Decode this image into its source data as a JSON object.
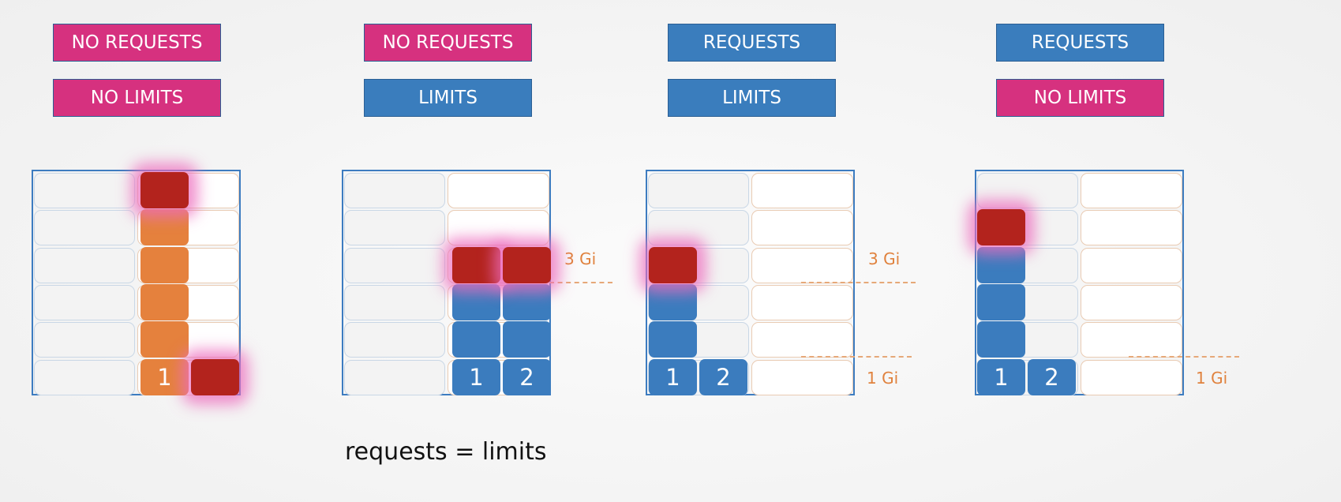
{
  "colors": {
    "pink": "#d6317f",
    "blue": "#3a7dbd",
    "orange": "#e5813d",
    "red": "#b3231d"
  },
  "panels": [
    {
      "requests_label": "NO REQUESTS",
      "requests_on": false,
      "limits_label": "NO LIMITS",
      "limits_on": false,
      "containers": [
        {
          "number": "1",
          "units": 5,
          "color": "orange",
          "exceeded": true
        },
        {
          "number": "",
          "units": 0,
          "color": "orange",
          "exceeded": true
        }
      ]
    },
    {
      "requests_label": "NO REQUESTS",
      "requests_on": false,
      "limits_label": "LIMITS",
      "limits_on": true,
      "containers": [
        {
          "number": "1",
          "units": 3,
          "color": "blue",
          "exceeded": true
        },
        {
          "number": "2",
          "units": 3,
          "color": "blue",
          "exceeded": true
        }
      ],
      "limit_label": "3 Gi"
    },
    {
      "requests_label": "REQUESTS",
      "requests_on": true,
      "limits_label": "LIMITS",
      "limits_on": true,
      "containers": [
        {
          "number": "1",
          "units": 3,
          "color": "blue",
          "exceeded": true
        },
        {
          "number": "2",
          "units": 1,
          "color": "blue",
          "exceeded": false
        }
      ],
      "limit_label": "3 Gi",
      "request_label": "1 Gi"
    },
    {
      "requests_label": "REQUESTS",
      "requests_on": true,
      "limits_label": "NO LIMITS",
      "limits_on": false,
      "containers": [
        {
          "number": "1",
          "units": 4,
          "color": "blue",
          "exceeded": true
        },
        {
          "number": "2",
          "units": 1,
          "color": "blue",
          "exceeded": false
        }
      ],
      "request_label": "1 Gi"
    }
  ],
  "caption": "requests = limits"
}
